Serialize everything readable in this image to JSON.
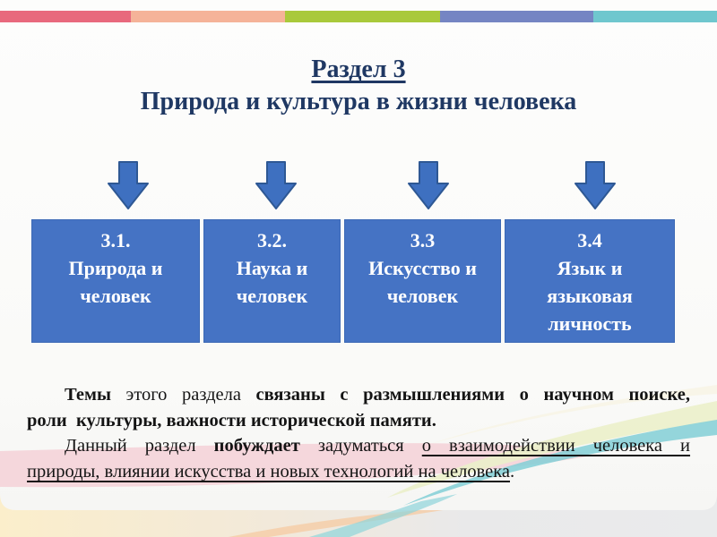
{
  "slide_title": {
    "line1": "Раздел 3",
    "line2": "Природа и культура в жизни человека"
  },
  "top_bar": {
    "segments": [
      {
        "name": "red",
        "color": "#e8697d",
        "width": 146
      },
      {
        "name": "salmon",
        "color": "#f5b399",
        "width": 172
      },
      {
        "name": "green",
        "color": "#a9c93b",
        "width": 173
      },
      {
        "name": "blue",
        "color": "#7585c3",
        "width": 171
      },
      {
        "name": "teal",
        "color": "#6fc7ce",
        "width": 138
      }
    ]
  },
  "sections": [
    {
      "number": "3.1.",
      "title": "Природа и человек"
    },
    {
      "number": "3.2.",
      "title": "Наука и человек"
    },
    {
      "number": "3.3",
      "title": "Искусство и человек"
    },
    {
      "number": "3.4",
      "title": "Язык и языковая личность"
    }
  ],
  "paragraphs": {
    "p1": {
      "line1": {
        "r1": "Темы",
        "r2": " этого раздела ",
        "r3": "связаны с размышлениями о научном поиске,"
      },
      "line2": {
        "r1": "роли  культуры, важности исторической памяти."
      }
    },
    "p2": {
      "line1": {
        "r1": "Данный раздел ",
        "r2": "побуждает",
        "r3": " задуматься ",
        "r4": "о взаимодействии человека и"
      },
      "line2": {
        "r1": "природы, влиянии искусства и новых технологий на человека",
        "r2": "."
      }
    }
  },
  "colors": {
    "title_text": "#1f3863",
    "box_fill": "#4573c4",
    "box_text": "#ffffff",
    "arrow_fill": "#3e70c0",
    "arrow_border": "#2e5894",
    "body_text": "#141414"
  }
}
